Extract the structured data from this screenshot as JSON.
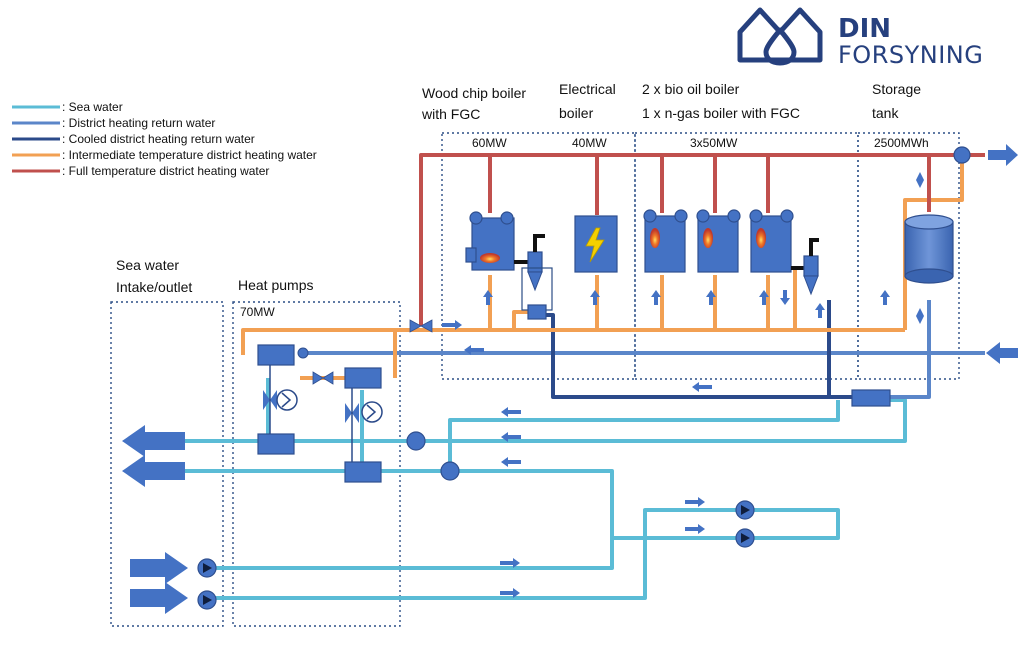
{
  "colors": {
    "sea": "#5bbcd6",
    "return": "#5b86c9",
    "cooled": "#2b4a8a",
    "intermediate": "#f2a053",
    "full": "#c0504d",
    "equipment": "#4472c4",
    "logo": "#26407e"
  },
  "logo": {
    "line1": "DIN",
    "line2": "FORSYNING",
    "icon": "house-drop-logo-icon"
  },
  "legend": [
    {
      "key": "sea",
      "label": ": Sea water"
    },
    {
      "key": "return",
      "label": ": District heating return water"
    },
    {
      "key": "cooled",
      "label": ": Cooled district heating return water"
    },
    {
      "key": "intermediate",
      "label": ": Intermediate temperature district heating water"
    },
    {
      "key": "full",
      "label": ": Full temperature district heating water"
    }
  ],
  "sections": {
    "sea_water": {
      "line1": "Sea water",
      "line2": "Intake/outlet"
    },
    "heat_pumps": {
      "title": "Heat pumps",
      "capacity": "70MW"
    },
    "wood_chip": {
      "line1": "Wood chip boiler",
      "line2": "with FGC",
      "capacity": "60MW"
    },
    "electrical": {
      "line1": "Electrical",
      "line2": "boiler",
      "capacity": "40MW"
    },
    "bio_oil": {
      "line1": "2 x bio oil boiler",
      "line2": "1 x n-gas boiler with FGC",
      "capacity": "3x50MW"
    },
    "storage": {
      "line1": "Storage",
      "line2": "tank",
      "capacity": "2500MWh"
    }
  }
}
